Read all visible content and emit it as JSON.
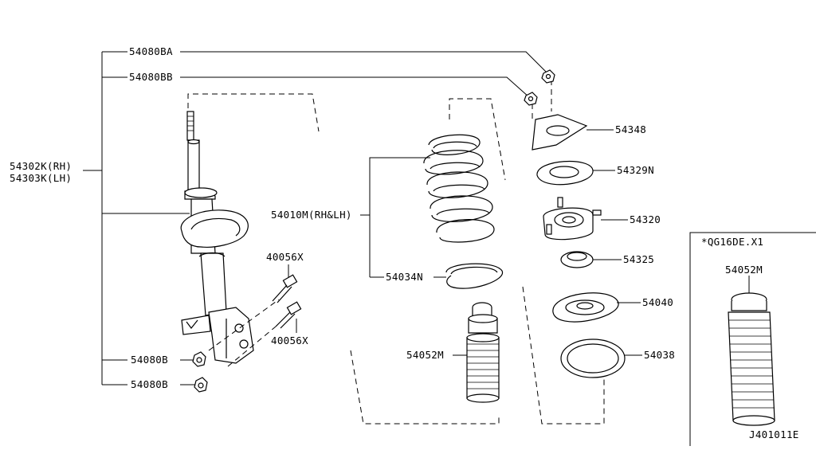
{
  "diagram": {
    "labels": {
      "p54080BA": "54080BA",
      "p54080BB": "54080BB",
      "p54302K": "54302K(RH)",
      "p54303K": "54303K(LH)",
      "p40056X_top": "40056X",
      "p40056X_bottom": "40056X",
      "p54080B_top": "54080B",
      "p54080B_bottom": "54080B",
      "p54010M": "54010M(RH&LH)",
      "p54034N": "54034N",
      "p54052M": "54052M",
      "p54348": "54348",
      "p54329N": "54329N",
      "p54320": "54320",
      "p54325": "54325",
      "p54040": "54040",
      "p54038": "54038"
    },
    "inset": {
      "header": "*QG16DE.X1",
      "part_label": "54052M"
    },
    "drawing_code": "J401011E"
  }
}
